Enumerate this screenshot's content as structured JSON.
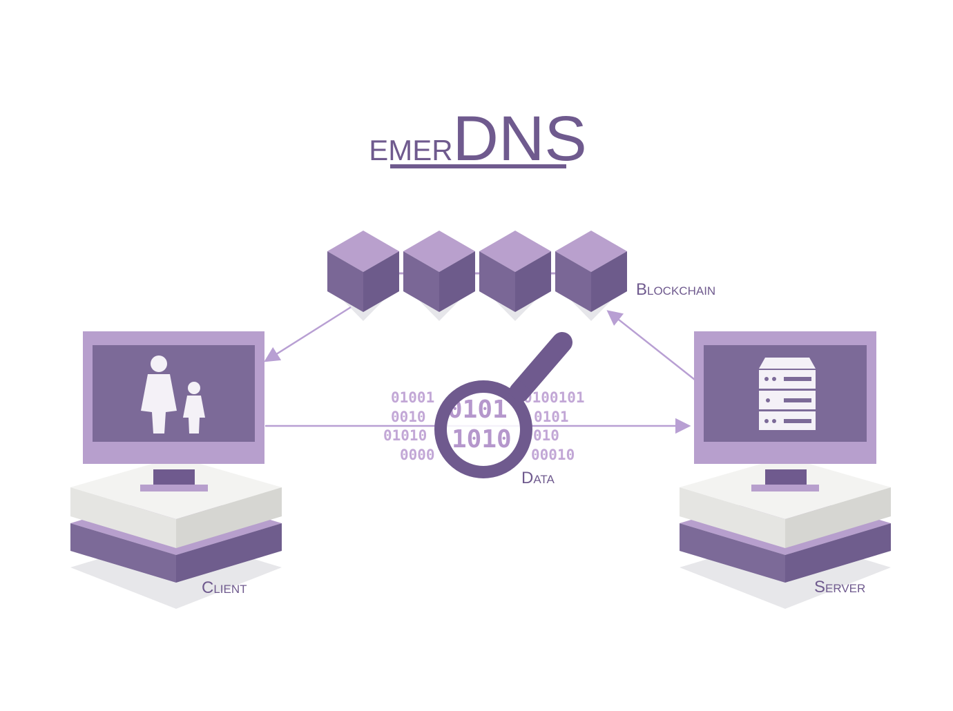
{
  "title": {
    "prefix": "emer",
    "emphasis": "DNS"
  },
  "labels": {
    "blockchain": "Blockchain",
    "data": "Data",
    "client": "Client",
    "server": "Server"
  },
  "binary": {
    "row1_left": "01001",
    "row1_right": "0100101",
    "row2_left": "0010",
    "row2_right": "0101",
    "row3_left": "01010",
    "row3_right": "010",
    "row4_left": "0000",
    "row4_right": "00010",
    "lens_row1": "0101",
    "lens_row2": "1010"
  },
  "blockchain_blocks": 4,
  "icons": {
    "client_screen": "users-icon",
    "server_screen": "server-rack-icon",
    "inspect": "magnifier-icon"
  },
  "colors": {
    "purple_dark": "#6f5a8e",
    "purple_mid": "#7c6a98",
    "purple_light": "#b79fcd",
    "arrow": "#b89fd3",
    "base_grey": "#ececed",
    "shadow": "#e6e6ea"
  }
}
